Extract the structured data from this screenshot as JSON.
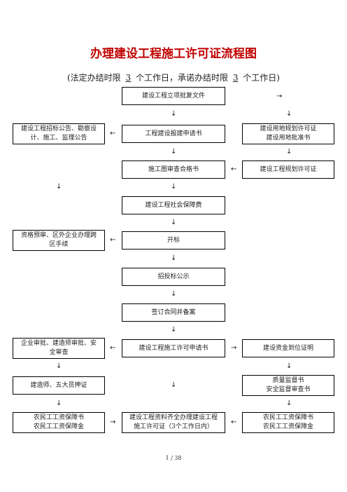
{
  "title": "办理建设工程施工许可证流程图",
  "subtitle": {
    "prefix": "(法定办结时限",
    "legal_days": "3",
    "mid": "个工作日，承诺办结时限",
    "promise_days": "3",
    "suffix": "个工作日)"
  },
  "nodes": {
    "approval_docs": "建设工程立项批复文件",
    "bidding_notice": [
      "建设工程招标公告、勘察设",
      "计、施工、监理公告"
    ],
    "construction_application": "工程建设报建申请书",
    "land_use_permit": [
      "建设用地规划许可证",
      "建设用地批准书"
    ],
    "drawing_review": "施工图审查合格书",
    "planning_permit": "建设工程规划许可证",
    "social_security_fee": "建设工程社会保障费",
    "qualification_precheck": [
      "资格预审、区外企业办理跨",
      "区手续"
    ],
    "bid_opening": "开标",
    "bid_publicity": "招投标公示",
    "contract_filing": "签订合同并备案",
    "enterprise_approval": [
      "企业审批、建造师审批、安",
      "全审查"
    ],
    "permit_application": "建设工程施工许可申请书",
    "fund_certificate": "建设资金到位证明",
    "builder_pledge": "建造师、五大员押证",
    "supervision_docs": [
      "质量监督书",
      "安全监督审查书"
    ],
    "migrant_left": [
      "农民工工资保障书",
      "农民工工资保障金"
    ],
    "permit_issue": [
      "建设工程资料齐全办理建设工程",
      "施工许可证（3个工作日内）"
    ],
    "migrant_right": [
      "农民工工资保障书",
      "农民工工资保障金"
    ]
  },
  "arrows": {
    "right": "→",
    "left": "←",
    "down": "↓"
  },
  "footer": "1 / 38"
}
